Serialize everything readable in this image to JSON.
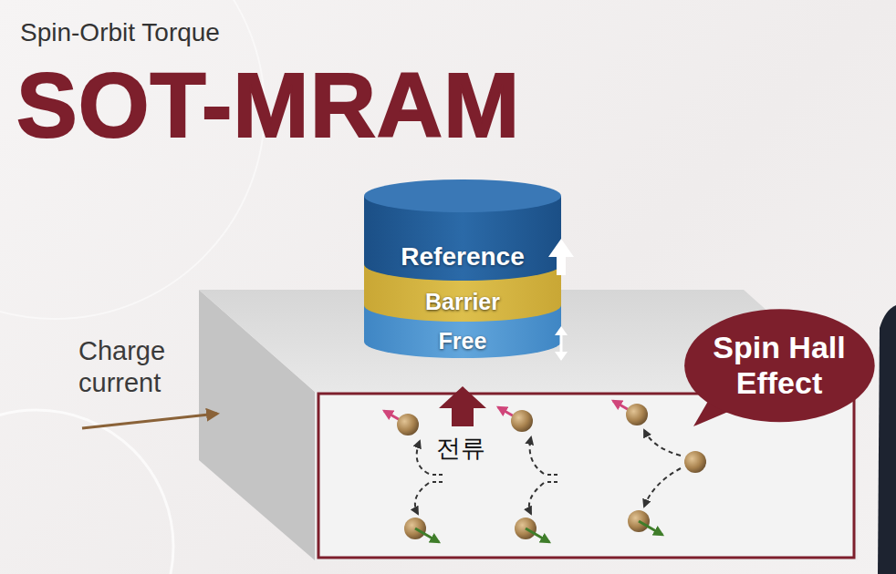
{
  "diagram": {
    "title": "SOT-MRAM",
    "nodes": [
      {
        "text": [
          "Reference"
        ]
      },
      {
        "text": [
          "Barrier"
        ]
      },
      {
        "text": [
          "Free"
        ]
      },
      {
        "text": [
          "Spin Hall Effect"
        ]
      }
    ],
    "labels": [
      "Spin-Orbit Torque",
      "Charge current",
      "전류"
    ]
  }
}
